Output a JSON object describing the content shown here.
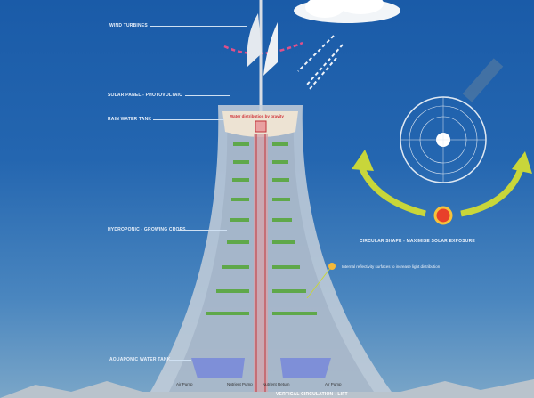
{
  "labels": {
    "wind_turbines": "WIND TURBINES",
    "solar_panel": "SOLAR PANEL - PHOTOVOLTAIC",
    "rain_water_tank": "RAIN WATER TANK",
    "water_distribution": "Water distribution by gravity",
    "hydroponic": "HYDROPONIC - GROWING CROPS",
    "aquaponic": "AQUAPONIC WATER TANK",
    "air_pump_left": "Air Pump",
    "air_pump_right": "Air Pump",
    "nutrient_pump": "Nutrient Pump",
    "nutrient_return": "Nutrient Return",
    "vertical_circulation": "VERTICAL CIRCULATION - LIFT",
    "circular_shape": "CIRCULAR SHAPE - MAXIMISE SOLAR EXPOSURE",
    "internal_reflectivity": "Internal reflectivity surfaces to increase light distribution"
  },
  "colors": {
    "sky_top": "#1a5ba8",
    "accent_arrow": "#c8d63a",
    "pink_arrow": "#e0508a",
    "sun": "#e8402a"
  }
}
